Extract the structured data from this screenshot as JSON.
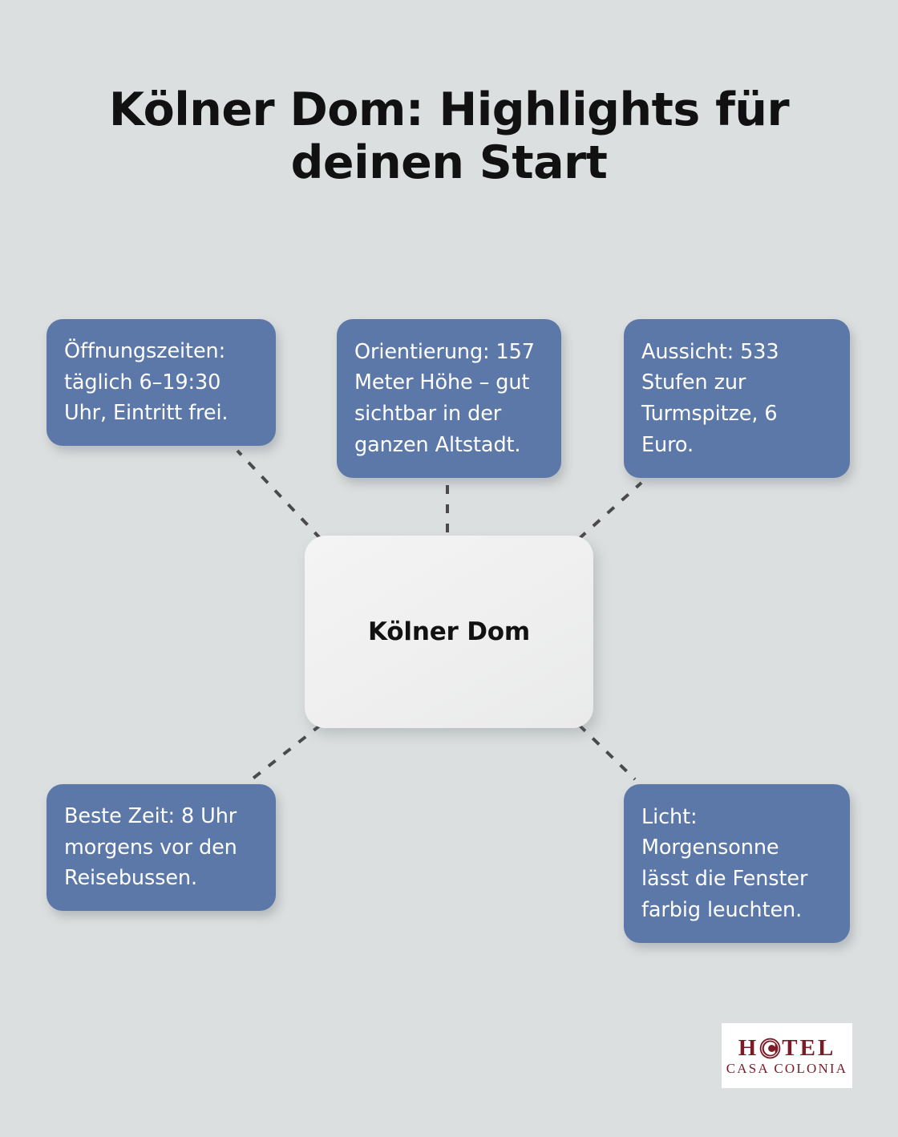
{
  "page": {
    "background_color": "#dcdfdf",
    "title": "Kölner Dom: Highlights für\ndeinen Start"
  },
  "colors": {
    "background": "#dcdfdf",
    "leaf_node": "#5c78a8",
    "leaf_node_text": "#ffffff",
    "center_node": "#f1f1f1",
    "center_node_text": "#121212",
    "connector": "#4a4a4a",
    "logo_red": "#7b1b28",
    "title_text": "#111111"
  },
  "mindmap": {
    "center": {
      "label": "Kölner Dom"
    },
    "branches": [
      {
        "id": "openinghours",
        "label": "Öffnungszeiten: täglich 6–19:30 Uhr, Eintritt frei."
      },
      {
        "id": "orientation",
        "label": "Orientierung: 157 Meter Höhe – gut sichtbar in der ganzen Altstadt."
      },
      {
        "id": "view",
        "label": "Aussicht: 533 Stufen zur Turmspitze, 6 Euro."
      },
      {
        "id": "besttime",
        "label": "Beste Zeit: 8 Uhr morgens vor den Reisebussen."
      },
      {
        "id": "light",
        "label": "Licht: Morgensonne lässt die Fenster farbig leuchten."
      }
    ]
  },
  "logo": {
    "wordmark_before": "H",
    "wordmark_mark": "c-circle-icon",
    "wordmark_after": "TEL",
    "subtitle": "CASA COLONIA"
  }
}
